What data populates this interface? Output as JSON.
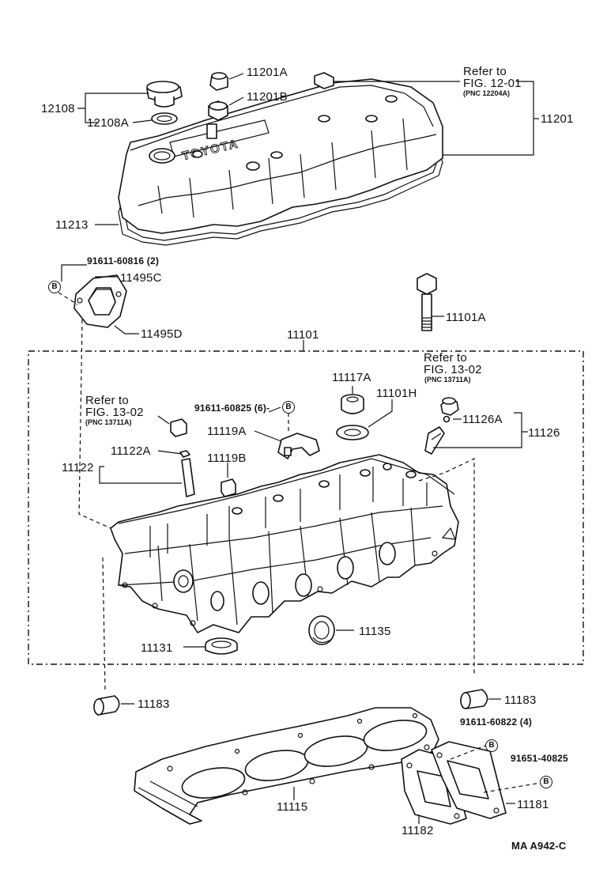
{
  "parts": {
    "p12108": "12108",
    "p12108A": "12108A",
    "p11201A": "11201A",
    "p11201B": "11201B",
    "p11201": "11201",
    "p11213": "11213",
    "p91611_60816": "91611-60816 (2)",
    "p11495C": "11495C",
    "p11495D": "11495D",
    "p11101A": "11101A",
    "p11101": "11101",
    "p11117A": "11117A",
    "p11101H": "11101H",
    "p91611_60825": "91611-60825 (6)-",
    "p11119A": "11119A",
    "p11119B": "11119B",
    "p11122": "11122",
    "p11122A": "11122A",
    "p11126A": "11126A",
    "p11126": "11126",
    "p11131": "11131",
    "p11135": "11135",
    "p11183_left": "11183",
    "p11183_right": "11183",
    "p91611_60822": "91611-60822 (4)",
    "p91651_40825": "91651-40825",
    "p11115": "11115",
    "p11182": "11182",
    "p11181": "11181"
  },
  "refs": {
    "top": {
      "line1": "Refer to",
      "line2": "FIG. 12-01",
      "pnc": "(PNC 12204A)"
    },
    "left": {
      "line1": "Refer to",
      "line2": "FIG. 13-02",
      "pnc": "(PNC 13711A)"
    },
    "right": {
      "line1": "Refer to",
      "line2": "FIG. 13-02",
      "pnc": "(PNC 13711A)"
    }
  },
  "markers": {
    "b1": "B",
    "b2": "B",
    "b3": "B",
    "b4": "B"
  },
  "cover_text": "TOYOTA",
  "diagram_code": "MA  A942-C"
}
